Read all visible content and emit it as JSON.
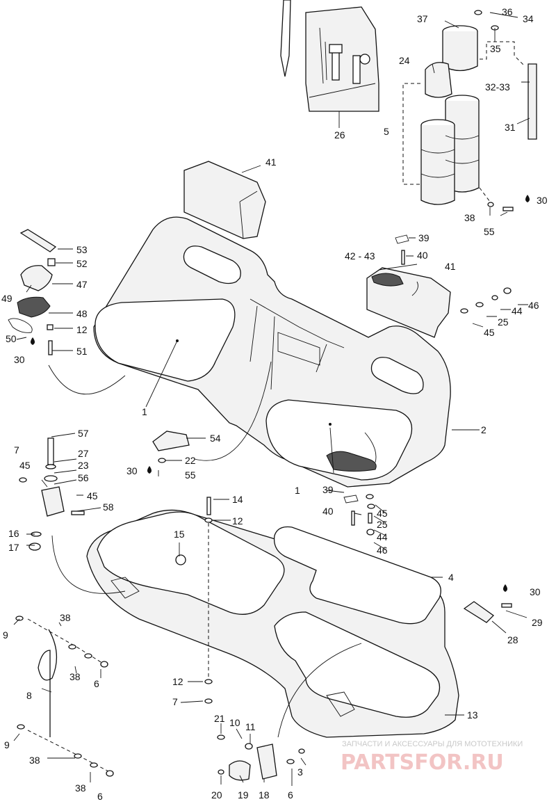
{
  "watermark": {
    "line1": "ЗАПЧАСТИ И АКСЕССУАРЫ ДЛЯ МОТОТЕХНИКИ",
    "line2": "PARTSFOR.RU"
  },
  "callouts": [
    "37",
    "36",
    "34",
    "35",
    "24",
    "32-33",
    "31",
    "26",
    "5",
    "41",
    "38",
    "55",
    "30",
    "53",
    "52",
    "47",
    "49",
    "48",
    "50",
    "12",
    "30",
    "51",
    "39",
    "42 - 43",
    "40",
    "41",
    "46",
    "44",
    "25",
    "45",
    "1",
    "2",
    "57",
    "7",
    "27",
    "45",
    "23",
    "56",
    "45",
    "58",
    "54",
    "22",
    "30",
    "55",
    "39",
    "1",
    "45",
    "40",
    "25",
    "44",
    "46",
    "14",
    "12",
    "16",
    "17",
    "15",
    "4",
    "30",
    "29",
    "28",
    "9",
    "38",
    "38",
    "6",
    "8",
    "12",
    "7",
    "13",
    "21",
    "10",
    "11",
    "9",
    "38",
    "3",
    "38",
    "6",
    "20",
    "19",
    "18",
    "6"
  ]
}
